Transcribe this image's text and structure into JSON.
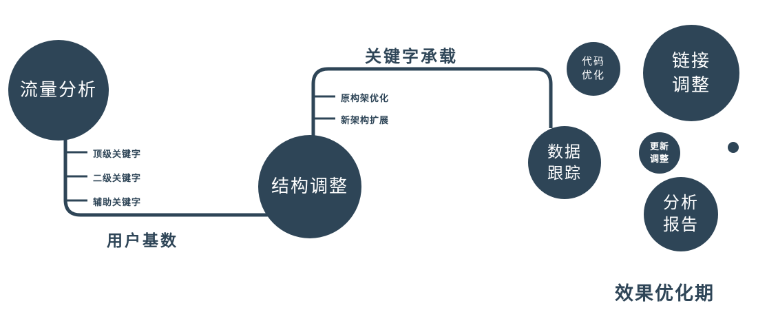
{
  "colors": {
    "primary": "#2e4557",
    "node_text": "#ffffff"
  },
  "nodes": {
    "traffic": {
      "label": "流量分析"
    },
    "structure": {
      "label": "结构调整"
    },
    "tracking": {
      "label": "数据\n跟踪"
    },
    "code": {
      "label": "代码\n优化"
    },
    "link": {
      "label": "链接\n调整"
    },
    "update": {
      "label": "更新\n调整"
    },
    "report": {
      "label": "分析\n报告"
    }
  },
  "edges": {
    "user_base": "用户基数",
    "keyword_bearing": "关键字承载"
  },
  "keywords_left": [
    "顶级关键字",
    "二级关键字",
    "辅助关键字"
  ],
  "keywords_mid": [
    "原构架优化",
    "新架构扩展"
  ],
  "phase": "效果优化期"
}
